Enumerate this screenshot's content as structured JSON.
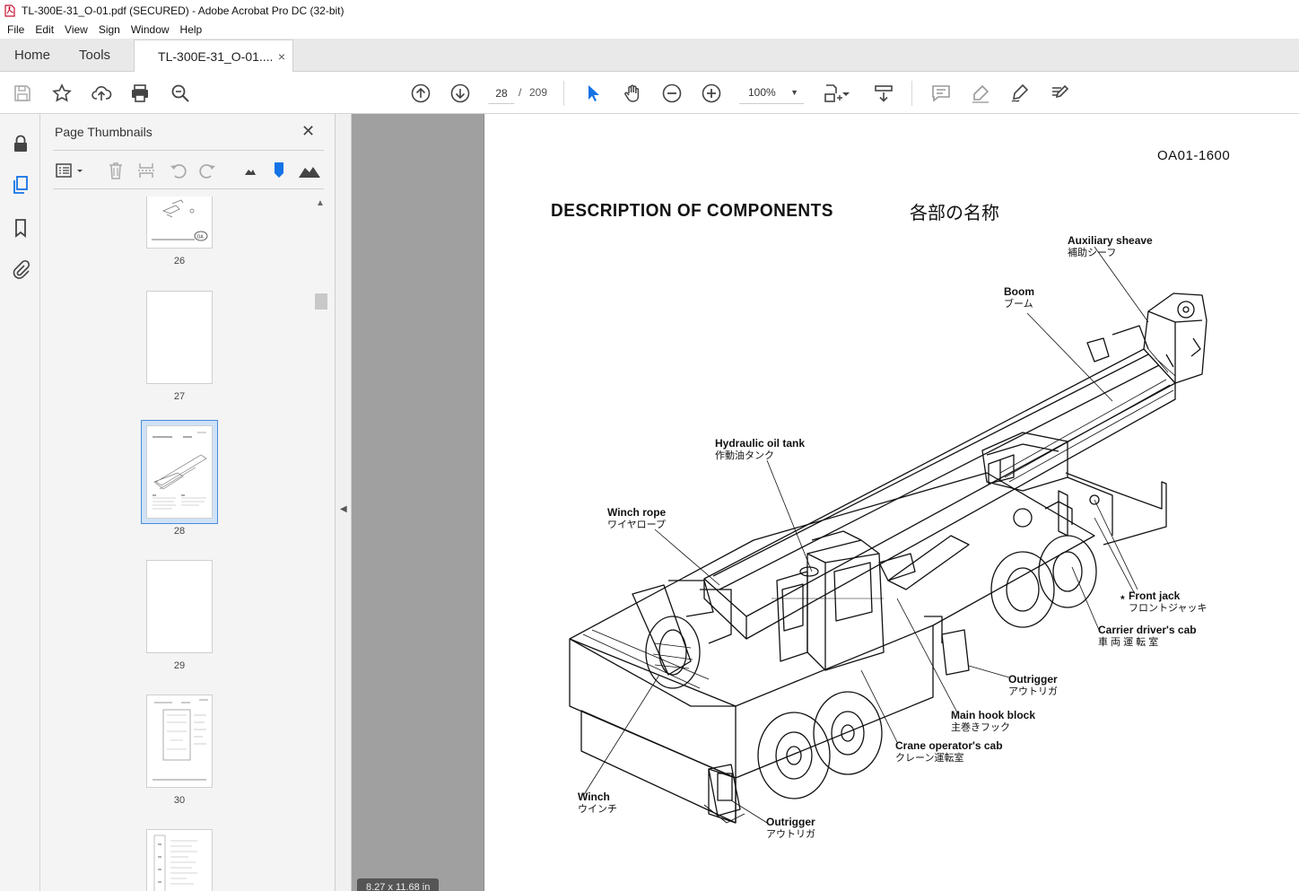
{
  "window": {
    "title": "TL-300E-31_O-01.pdf (SECURED) - Adobe Acrobat Pro DC (32-bit)"
  },
  "menu": [
    "File",
    "Edit",
    "View",
    "Sign",
    "Window",
    "Help"
  ],
  "tabs": {
    "home": "Home",
    "tools": "Tools",
    "document": "TL-300E-31_O-01....",
    "close": "×"
  },
  "toolbar": {
    "page_current": "28",
    "page_sep": "/",
    "page_total": "209",
    "zoom": "100%"
  },
  "panel": {
    "title": "Page Thumbnails",
    "close": "✕",
    "thumbnails": [
      {
        "label": "26"
      },
      {
        "label": "27"
      },
      {
        "label": "28",
        "selected": true
      },
      {
        "label": "29"
      },
      {
        "label": "30"
      }
    ]
  },
  "document": {
    "page_size": "8.27 x 11.68 in",
    "code": "OA01-1600",
    "heading": "DESCRIPTION OF COMPONENTS",
    "heading_jp": "各部の名称",
    "callouts": {
      "aux_sheave": {
        "en": "Auxiliary sheave",
        "jp": "補助シーフ"
      },
      "boom": {
        "en": "Boom",
        "jp": "ブーム"
      },
      "hyd_tank": {
        "en": "Hydraulic oil tank",
        "jp": "作動油タンク"
      },
      "winch_rope": {
        "en": "Winch rope",
        "jp": "ワイヤロープ"
      },
      "front_jack": {
        "en": "Front jack",
        "jp": "フロントジャッキ",
        "mark": "*"
      },
      "carrier_cab": {
        "en": "Carrier driver's cab",
        "jp": "車 両 運 転 室"
      },
      "outrigger_r": {
        "en": "Outrigger",
        "jp": "アウトリガ"
      },
      "main_hook": {
        "en": "Main hook block",
        "jp": "主巻きフック"
      },
      "crane_cab": {
        "en": "Crane operator's cab",
        "jp": "クレーン運転室"
      },
      "winch": {
        "en": "Winch",
        "jp": "ウインチ"
      },
      "outrigger_b": {
        "en": "Outrigger",
        "jp": "アウトリガ"
      }
    }
  },
  "colors": {
    "accent": "#1473e6",
    "doc_bg": "#a0a0a0",
    "selection": "#cfe2f7"
  }
}
